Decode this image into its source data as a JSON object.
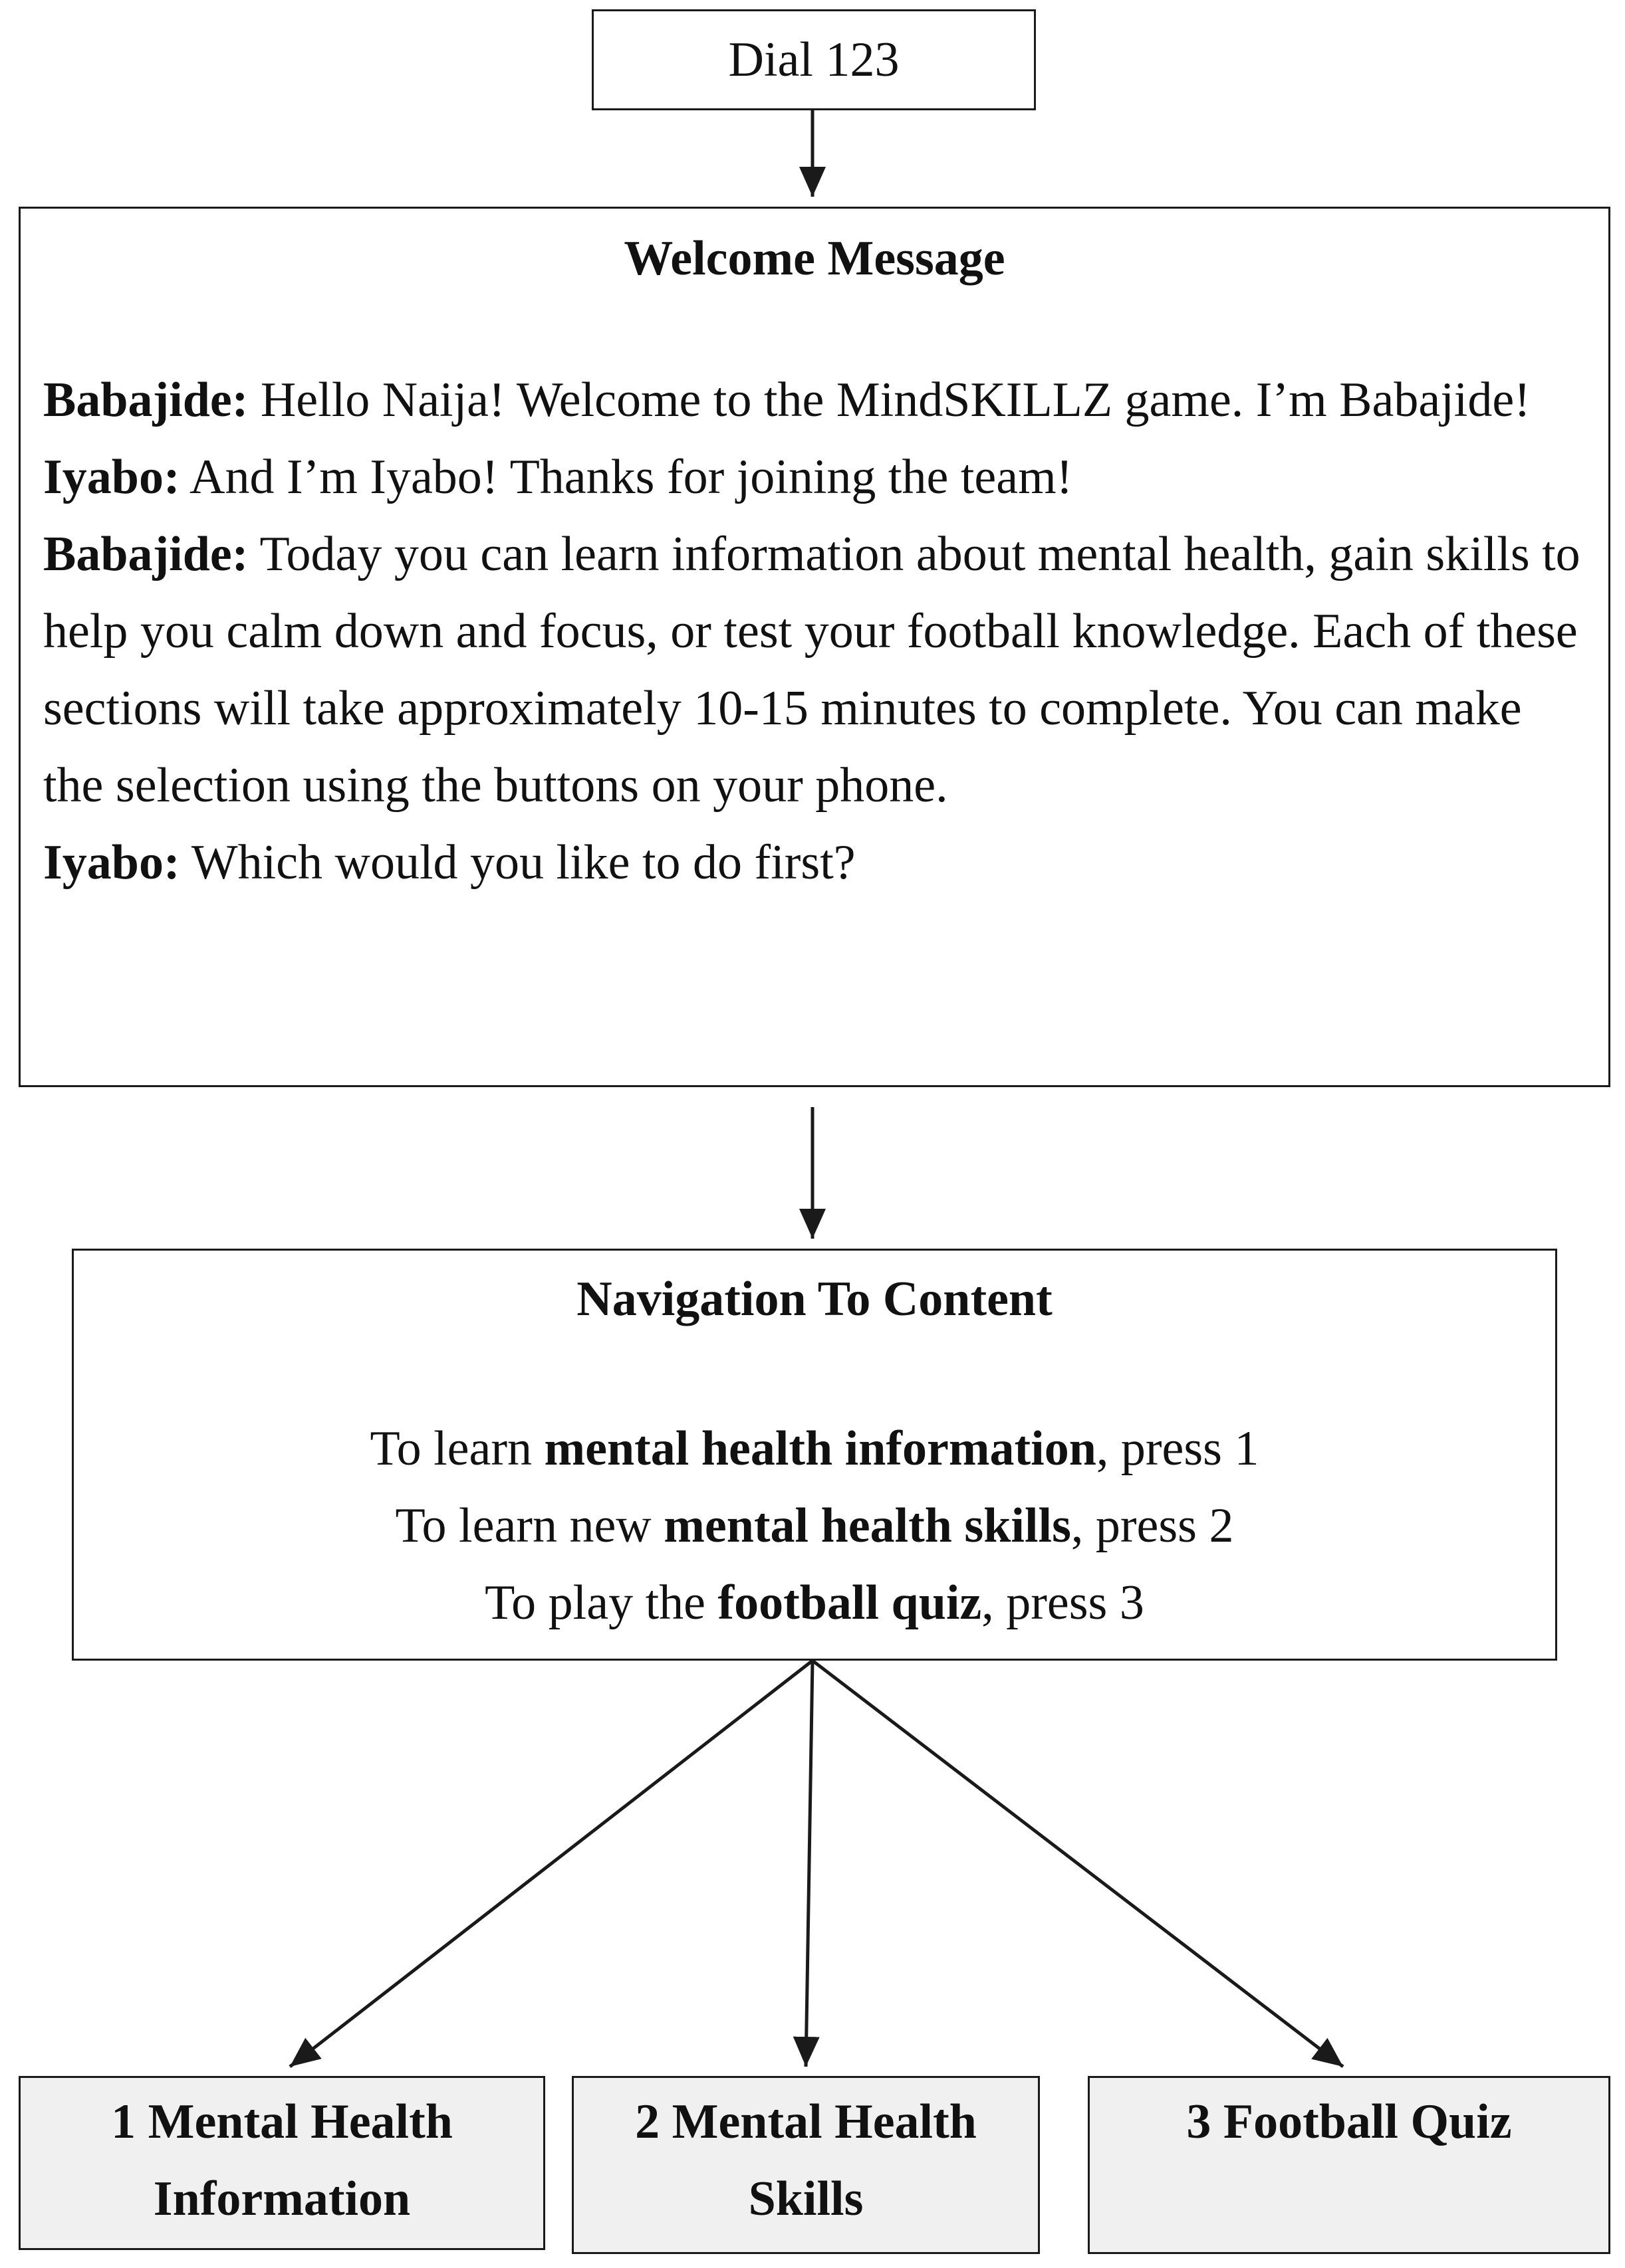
{
  "dial": {
    "label": "Dial 123"
  },
  "welcome": {
    "title": "Welcome Message",
    "lines": [
      {
        "speaker": "Babajide:",
        "text": " Hello Naija! Welcome to the MindSKILLZ game.  I’m Babajide!"
      },
      {
        "speaker": "Iyabo:",
        "text": " And I’m Iyabo! Thanks for joining the team!"
      },
      {
        "speaker": "Babajide:",
        "text": " Today you can learn information about mental health, gain skills to help you calm down and focus, or test your football knowledge. Each of these sections will take approximately 10-15 minutes to complete. You can make the selection using the buttons on your phone."
      },
      {
        "speaker": "Iyabo:",
        "text": " Which would you like to do first?"
      }
    ]
  },
  "navigation": {
    "title": "Navigation To Content",
    "options": [
      {
        "pre": "To learn ",
        "bold": "mental health information",
        "post": ", press 1"
      },
      {
        "pre": "To learn new ",
        "bold": "mental health skills",
        "post": ", press 2"
      },
      {
        "pre": "To play the ",
        "bold": "football quiz",
        "post": ", press 3"
      }
    ]
  },
  "outcomes": [
    {
      "line1": "1 Mental Health",
      "line2": "Information"
    },
    {
      "line1": "2 Mental Health",
      "line2": "Skills"
    },
    {
      "line1": "3 Football Quiz",
      "line2": ""
    }
  ],
  "colors": {
    "line": "#1a1a1a",
    "outcome_fill": "#f0f0f0"
  }
}
